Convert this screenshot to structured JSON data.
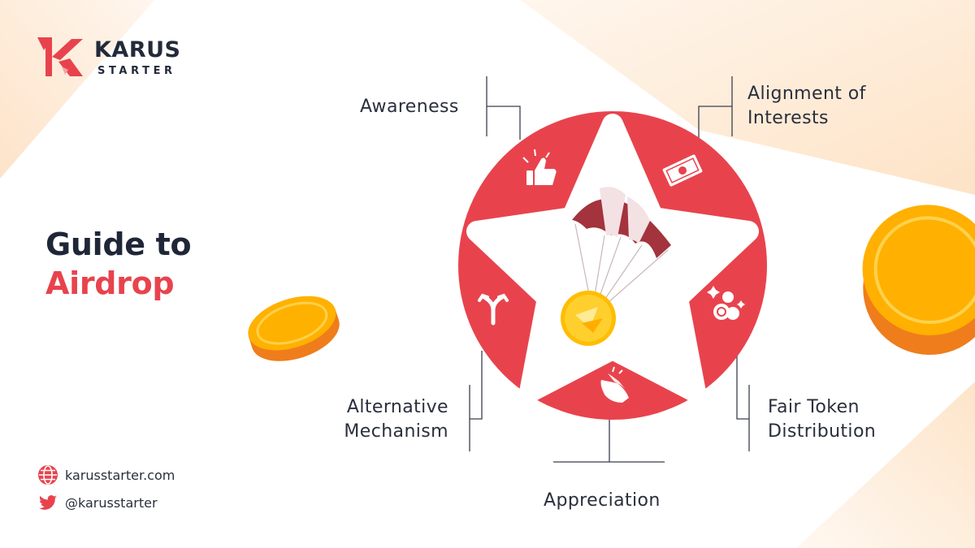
{
  "brand": {
    "name": "KARUS",
    "sub": "STARTER"
  },
  "headline": {
    "line1": "Guide to",
    "line2": "Airdrop"
  },
  "labels": {
    "awareness": "Awareness",
    "alignment": [
      "Alignment of",
      "Interests"
    ],
    "alternative": [
      "Alternative",
      "Mechanism"
    ],
    "fair_token": [
      "Fair Token",
      "Distribution"
    ],
    "appreciation": "Appreciation"
  },
  "contact": {
    "website": "karusstarter.com",
    "twitter": "@karusstarter"
  },
  "icons": [
    "thumbs-up-icon",
    "money-bills-icon",
    "coins-icon",
    "clapping-hands-icon",
    "fork-arrow-icon",
    "parachute-icon",
    "coin-icon"
  ],
  "colors": {
    "accent": "#e8434d",
    "text_dark": "#1f2637",
    "coin_gold": "#ffb400",
    "coin_edge": "#f07f1a",
    "parachute": "#a3333c"
  }
}
